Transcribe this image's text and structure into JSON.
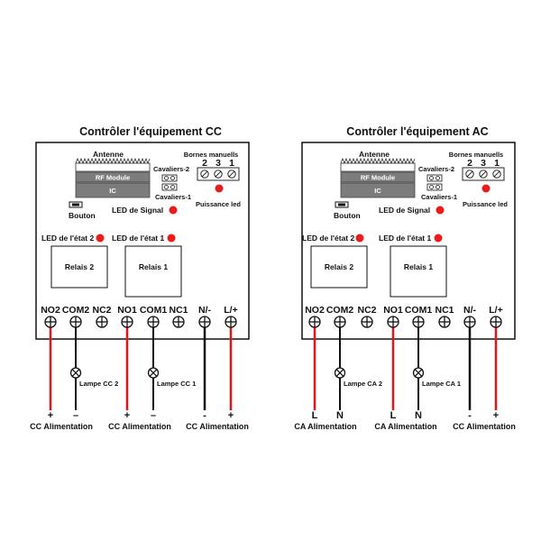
{
  "panels": [
    {
      "title": "Contrôler l'équipement CC",
      "antenna": "Antenne",
      "rf_module": "RF Module",
      "ic": "IC",
      "jumper2": "Cavaliers-2",
      "jumper1": "Cavaliers-1",
      "manual_terminals": "Bornes manuells",
      "pins": [
        "2",
        "3",
        "1"
      ],
      "power_led": "Puissance led",
      "button": "Bouton",
      "signal_led": "LED de Signal",
      "state2_led": "LED de l'état 2",
      "state1_led": "LED de l'état 1",
      "relay2": "Relais 2",
      "relay1": "Relais 1",
      "terminals": [
        "NO2",
        "COM2",
        "NC2",
        "NO1",
        "COM1",
        "NC1",
        "N/-",
        "L/+"
      ],
      "lamp2": "Lampe CC 2",
      "lamp1": "Lampe CC 1",
      "signs": [
        "+",
        "–",
        "+",
        "–",
        "-",
        "+"
      ],
      "supply_left": "CC Alimentation",
      "supply_mid": "CC Alimentation",
      "supply_right": "CC Alimentation"
    },
    {
      "title": "Contrôler l'équipement AC",
      "antenna": "Antenne",
      "rf_module": "RF Module",
      "ic": "IC",
      "jumper2": "Cavaliers-2",
      "jumper1": "Cavaliers-1",
      "manual_terminals": "Bornes manuells",
      "pins": [
        "2",
        "3",
        "1"
      ],
      "power_led": "Puissance led",
      "button": "Bouton",
      "signal_led": "LED de Signal",
      "state2_led": "LED de l'état 2",
      "state1_led": "LED de l'état 1",
      "relay2": "Relais 2",
      "relay1": "Relais 1",
      "terminals": [
        "NO2",
        "COM2",
        "NC2",
        "NO1",
        "COM1",
        "NC1",
        "N/-",
        "L/+"
      ],
      "lamp2": "Lampe CA 2",
      "lamp1": "Lampe CA 1",
      "signs": [
        "L",
        "N",
        "L",
        "N",
        "-",
        "+"
      ],
      "supply_left": "CA Alimentation",
      "supply_mid": "CA Alimentation",
      "supply_right": "CC Alimentation"
    }
  ],
  "colors": {
    "led": "#e81c1c",
    "wire_red": "#e0141b",
    "wire_black": "#111111",
    "chip": "#7c7c7c"
  }
}
